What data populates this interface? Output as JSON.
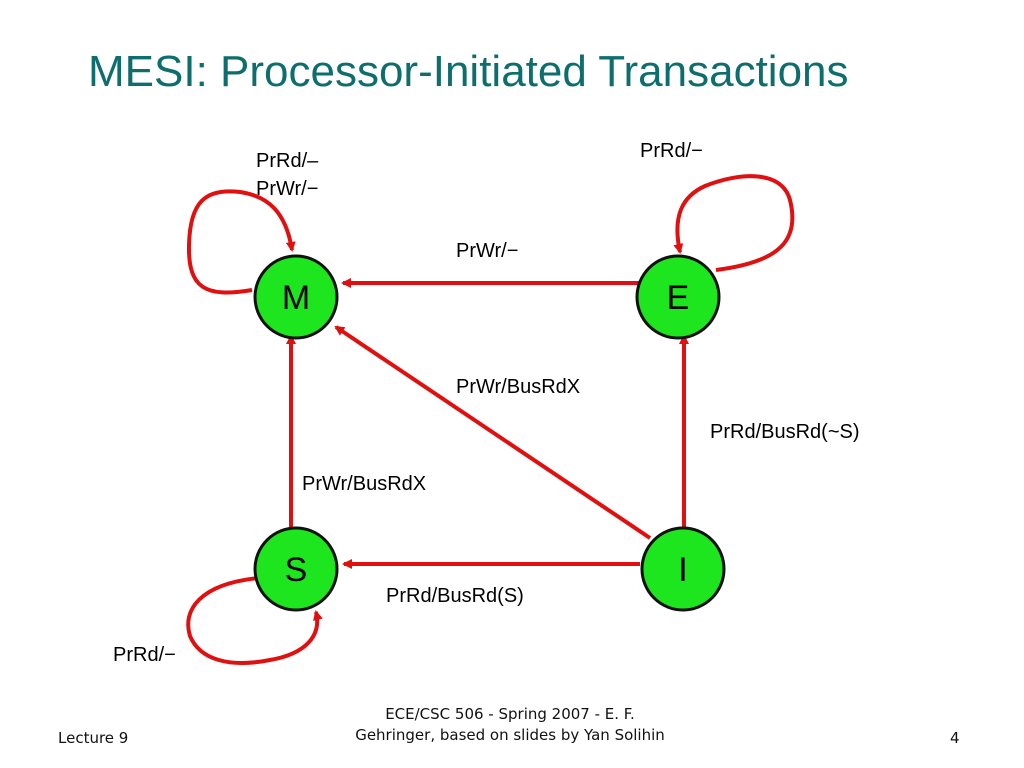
{
  "slide": {
    "title": "MESI: Processor-Initiated Transactions"
  },
  "states": {
    "M": "M",
    "E": "E",
    "S": "S",
    "I": "I"
  },
  "transitions": {
    "m_self_line1": "PrRd/–",
    "m_self_line2": "PrWr/−",
    "e_self": "PrRd/−",
    "s_self": "PrRd/−",
    "e_to_m": "PrWr/−",
    "i_to_m": "PrWr/BusRdX",
    "i_to_e": "PrRd/BusRd(~S)",
    "s_to_m": "PrWr/BusRdX",
    "i_to_s": "PrRd/BusRd(S)"
  },
  "colors": {
    "state_fill": "#1ee61e",
    "state_stroke": "#111111",
    "arrow": "#e01010",
    "title": "#0e6e6e"
  },
  "footer": {
    "left": "Lecture 9",
    "center_line1": "ECE/CSC 506 - Spring 2007 - E. F.",
    "center_line2": "Gehringer, based on slides by Yan Solihin",
    "page_number": "4"
  }
}
